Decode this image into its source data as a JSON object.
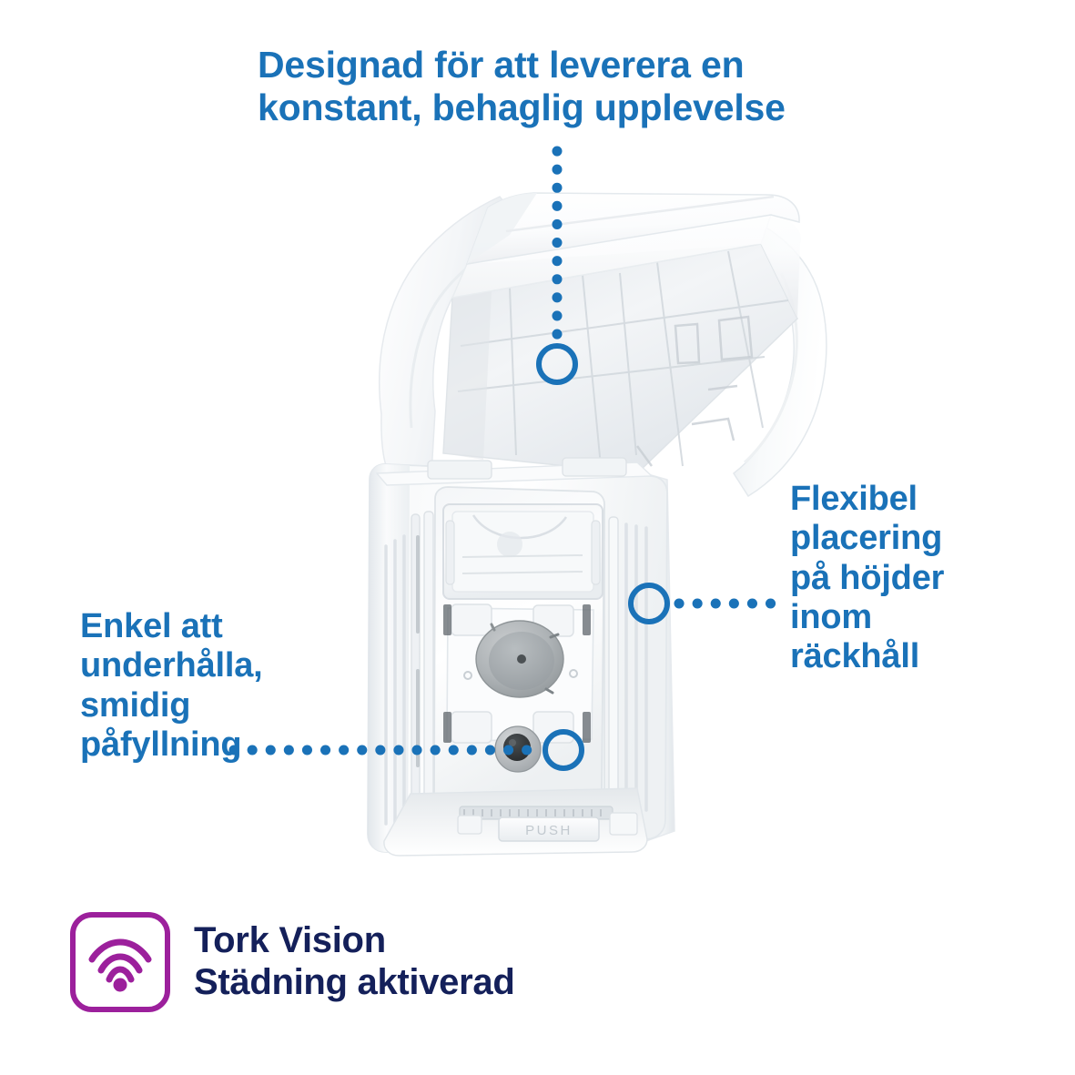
{
  "page": {
    "background_color": "#ffffff",
    "accent_blue": "#1a72b8",
    "badge_purple": "#9c209c",
    "badge_navy": "#14205a"
  },
  "callouts": {
    "top": {
      "text": "Designad för att leverera en\nkonstant, behaglig upplevelse",
      "marker": "callout-marker-ring"
    },
    "right": {
      "text": "Flexibel\nplacering\npå höjder\ninom\nräckhåll",
      "marker": "callout-marker-ring"
    },
    "left": {
      "text": "Enkel att\nunderhålla,\nsmidig\npåfyllning",
      "marker": "callout-marker-ring"
    }
  },
  "product": {
    "name": "wall-mounted-dispenser",
    "embossed_label": "PUSH",
    "parts": {
      "lid": "hinged-cover-open",
      "battery_compartment": "translucent-battery-cover",
      "core_hub": "roll-spindle-hub",
      "sensor_port": "sensor-port",
      "side_vents": "ventilation-ribs",
      "push_tab": "push-release-tab"
    }
  },
  "badge": {
    "icon": "wifi-icon",
    "text": "Tork Vision\nStädning aktiverad"
  }
}
